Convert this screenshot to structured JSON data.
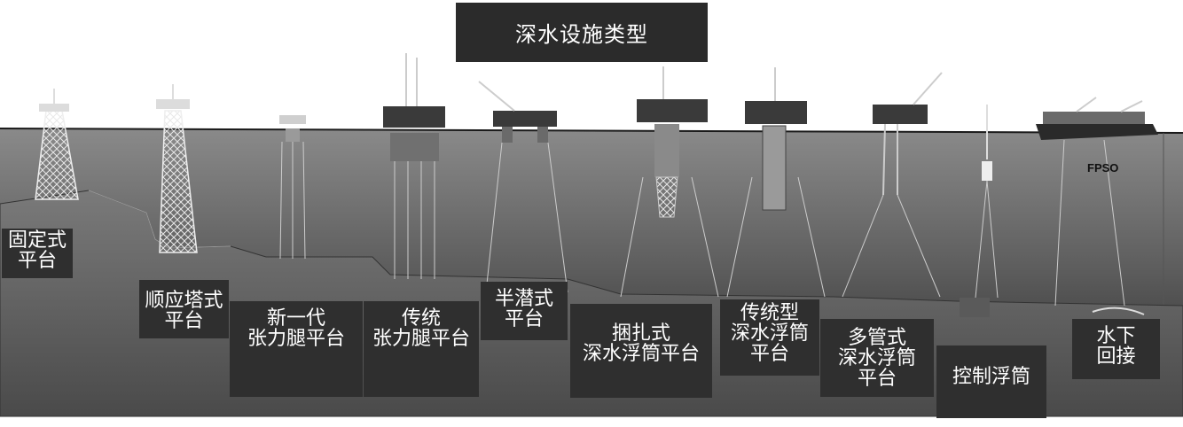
{
  "title": "深水设施类型",
  "vessel_label": "FPSO",
  "labels": {
    "fixed": "固定式\n平台",
    "compliant": "顺应塔式\n平台",
    "new_tlp": "新一代\n张力腿平台",
    "conv_tlp": "传统\n张力腿平台",
    "semi": "半潜式\n平台",
    "truss_spar": "捆扎式\n深水浮筒平台",
    "classic_spar": "传统型\n深水浮筒\n平台",
    "cell_spar": "多管式\n深水浮筒\n平台",
    "buoy": "控制浮筒",
    "subsea": "水下\n回接"
  },
  "colors": {
    "water_top": "#8a8a8a",
    "water_bottom": "#2a2a2a",
    "label_bg": "#2f2f2f",
    "label_text": "#ffffff"
  }
}
